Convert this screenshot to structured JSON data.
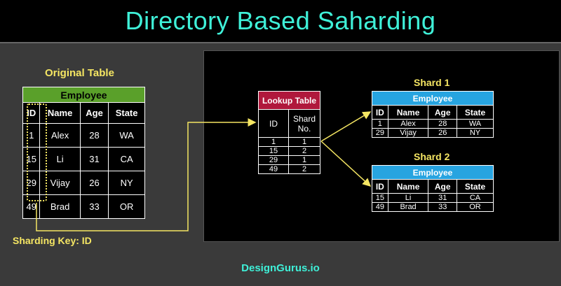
{
  "title": "Directory Based Saharding",
  "original": {
    "heading": "Original Table",
    "table_name": "Employee",
    "columns": [
      "ID",
      "Name",
      "Age",
      "State"
    ],
    "rows": [
      [
        "1",
        "Alex",
        "28",
        "WA"
      ],
      [
        "15",
        "Li",
        "31",
        "CA"
      ],
      [
        "29",
        "Vijay",
        "26",
        "NY"
      ],
      [
        "49",
        "Brad",
        "33",
        "OR"
      ]
    ],
    "sharding_key_label": "Sharding Key: ID"
  },
  "lookup": {
    "table_name": "Lookup Table",
    "columns": [
      "ID",
      "Shard No."
    ],
    "rows": [
      [
        "1",
        "1"
      ],
      [
        "15",
        "2"
      ],
      [
        "29",
        "1"
      ],
      [
        "49",
        "2"
      ]
    ]
  },
  "shards": [
    {
      "heading": "Shard 1",
      "table_name": "Employee",
      "columns": [
        "ID",
        "Name",
        "Age",
        "State"
      ],
      "rows": [
        [
          "1",
          "Alex",
          "28",
          "WA"
        ],
        [
          "29",
          "Vijay",
          "26",
          "NY"
        ]
      ]
    },
    {
      "heading": "Shard 2",
      "table_name": "Employee",
      "columns": [
        "ID",
        "Name",
        "Age",
        "State"
      ],
      "rows": [
        [
          "15",
          "Li",
          "31",
          "CA"
        ],
        [
          "49",
          "Brad",
          "33",
          "OR"
        ]
      ]
    }
  ],
  "footer": "DesignGurus.io",
  "colors": {
    "title": "#3ff0d8",
    "heading": "#f5e663",
    "original_header": "#5aa02a",
    "lookup_header": "#b0183c",
    "shard_header": "#27a4e0",
    "arrow": "#f5e663"
  }
}
